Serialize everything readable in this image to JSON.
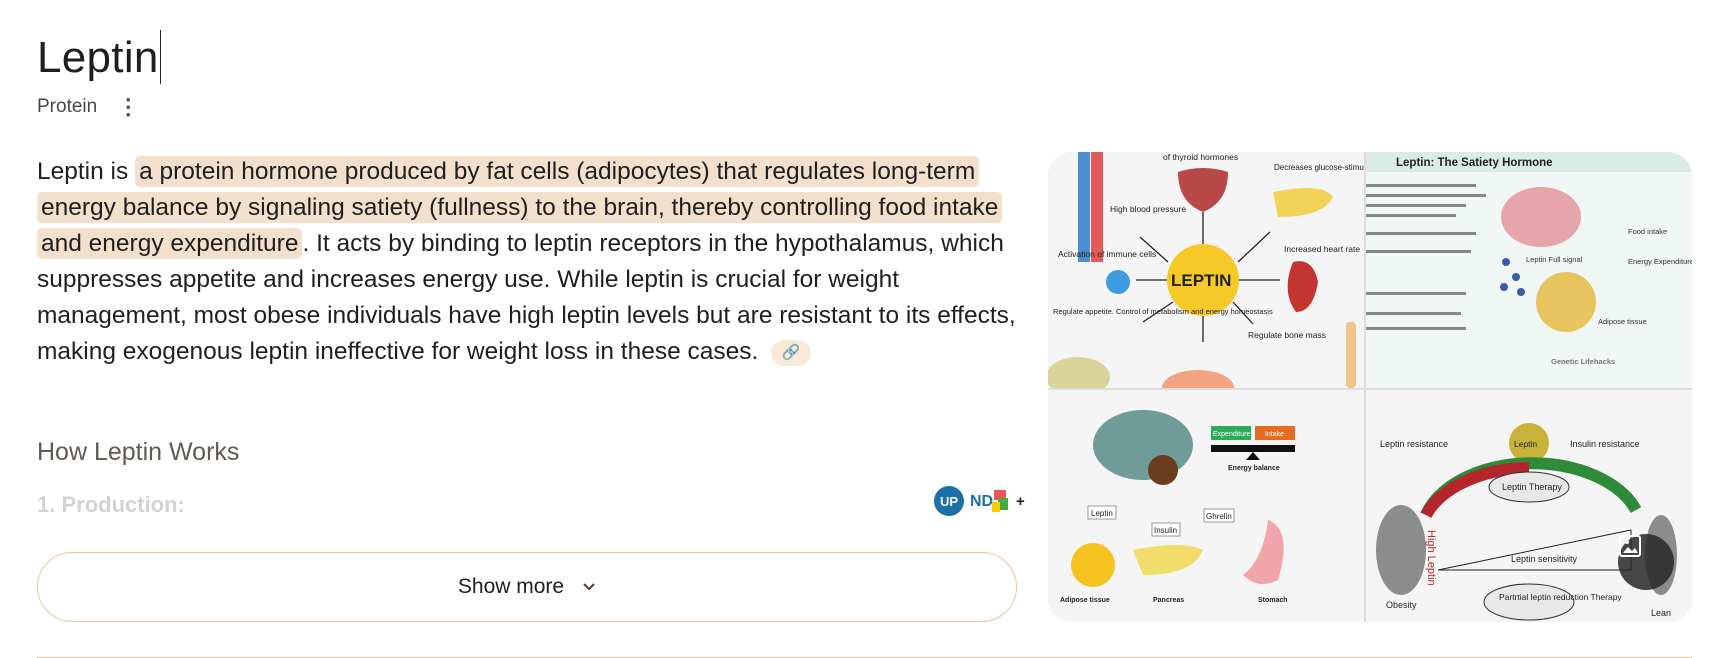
{
  "header": {
    "title": "Leptin",
    "subtitle": "Protein"
  },
  "overview": {
    "lead": "Leptin is",
    "highlight": "a protein hormone produced by fat cells (adipocytes) that regulates long-term energy balance by signaling satiety (fullness) to the brain, thereby controlling food intake and energy expenditure",
    "rest": ". It acts by binding to leptin receptors in the hypothalamus, which suppresses appetite and increases energy use. While leptin is crucial for weight management, most obese individuals have high leptin levels but are resistant to its effects, making exogenous leptin ineffective for weight loss in these cases."
  },
  "section": {
    "heading": "How Leptin Works",
    "first_item": "1. Production:"
  },
  "sources": {
    "logo_text": "UP",
    "more": "+"
  },
  "show_more": "Show more",
  "images": {
    "img1": {
      "center": "LEPTIN",
      "labels": [
        "of thyroid hormones",
        "Decreases glucose-stimulated insulin secretion",
        "High blood pressure",
        "Increased heart rate",
        "Activation of immune cells",
        "Regulate appetite. Control of metabolism and energy homeostasis",
        "Regulate bone mass"
      ]
    },
    "img2": {
      "title": "Leptin: The Satiety Hormone",
      "labels": [
        "Leptin Full signal",
        "Food intake",
        "Energy Expenditure",
        "Adipose tissue",
        "Genetic Lifehacks"
      ]
    },
    "img3": {
      "labels": [
        "Expenditure",
        "Intake",
        "Energy balance",
        "Leptin",
        "Insulin",
        "Ghrelin",
        "Adipose tissue",
        "Pancreas",
        "Stomach"
      ]
    },
    "img4": {
      "labels": [
        "Leptin resistance",
        "Leptin",
        "Insulin resistance",
        "Leptin Therapy",
        "High Leptin",
        "Leptin sensitivity",
        "Obesity",
        "Partrtial leptin reduction Therapy",
        "Lean"
      ]
    }
  }
}
